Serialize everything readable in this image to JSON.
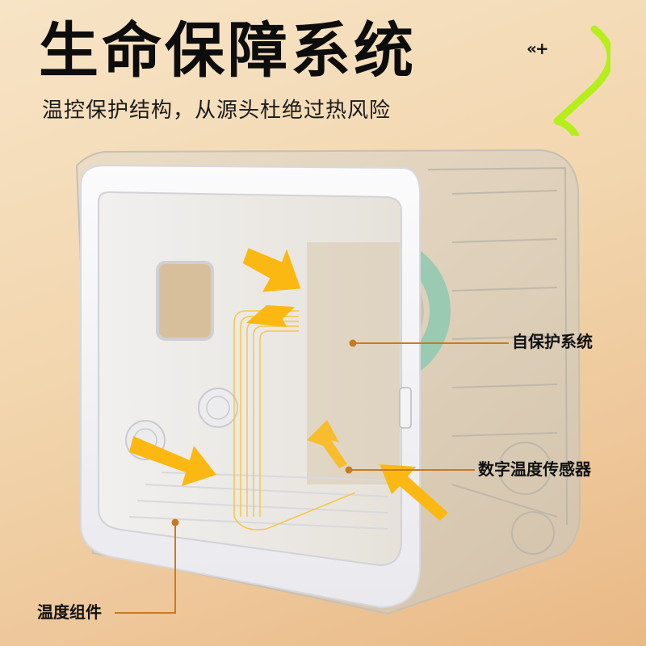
{
  "header": {
    "title": "生命保障系统",
    "subtitle": "温控保护结构，从源头杜绝过热风险",
    "logo_text": "«+",
    "logo_icon": "brand-swoosh-icon"
  },
  "colors": {
    "background": "#f2d6ae",
    "title": "#0d0d0d",
    "accent_green": "#b5ee1a",
    "callout_line": "#c87a22",
    "arrow": "#fbb813",
    "frame": "#f4f4f6",
    "fan_ring": "#8fc9b0"
  },
  "callouts": [
    {
      "id": "self-protection",
      "label": "自保护系统",
      "dot": [
        437,
        425
      ],
      "end": [
        630,
        425
      ]
    },
    {
      "id": "digital-temp-sensor",
      "label": "数字温度传感器",
      "dot": [
        432,
        582
      ],
      "end": [
        588,
        582
      ]
    },
    {
      "id": "temperature-component",
      "label": "温度组件",
      "dot": [
        217,
        647
      ],
      "end": [
        142,
        759
      ]
    }
  ]
}
